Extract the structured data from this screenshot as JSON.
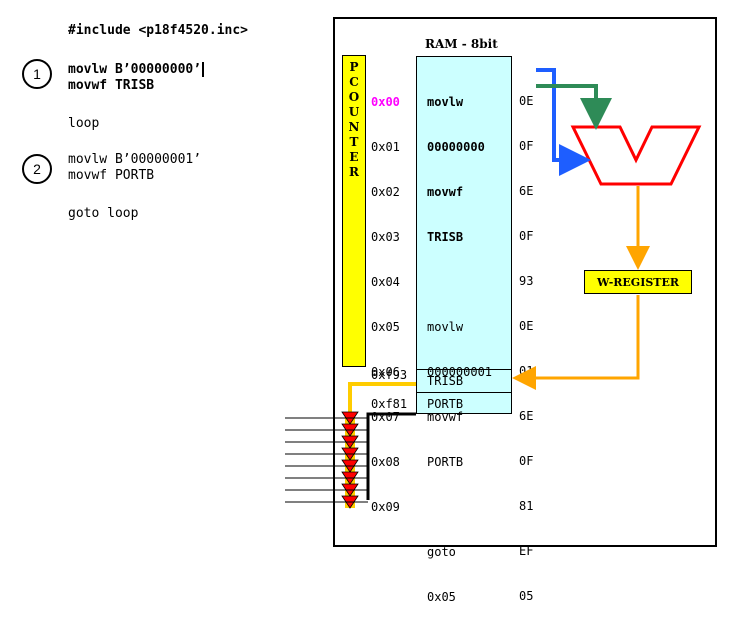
{
  "program": {
    "include_line": "#include <p18f4520.inc>",
    "step1": {
      "number": "1",
      "line1": "movlw B’00000000’",
      "line2": "movwf TRISB"
    },
    "loop_label": "loop",
    "step2": {
      "number": "2",
      "line1": "movlw B’00000001’",
      "line2": "movwf PORTB"
    },
    "goto_line": "goto loop"
  },
  "pc_counter": {
    "letters": [
      "P",
      "C",
      "O",
      "U",
      "N",
      "T",
      "E",
      "R"
    ]
  },
  "ram": {
    "title": "RAM - 8bit",
    "addresses": [
      "0x00",
      "0x01",
      "0x02",
      "0x03",
      "0x04",
      "0x05",
      "0x06",
      "0x07",
      "0x08",
      "0x09"
    ],
    "contents_active": [
      "movlw",
      "00000000",
      "movwf",
      "TRISB"
    ],
    "contents_rest": [
      "movlw",
      "000000001",
      "movwf",
      "PORTB",
      "",
      "goto",
      "0x05"
    ],
    "opcodes": [
      "0E",
      "0F",
      "6E",
      "0F",
      "93",
      "0E",
      "01",
      "6E",
      "0F",
      "81",
      "EF",
      "05"
    ],
    "registers": [
      {
        "address": "0xf93",
        "name": "TRISB"
      },
      {
        "address": "0xf81",
        "name": "PORTB"
      }
    ]
  },
  "w_register": {
    "label": "W-REGISTER"
  },
  "colors": {
    "highlight_address": "#ff00ff",
    "pc_fill": "#ffff00",
    "ram_fill": "#ccffff",
    "alu_outline": "#ff0000",
    "path_blue": "#1e5eff",
    "path_green": "#2e8b57",
    "path_orange": "#ffa500",
    "path_yellow": "#ffcc00",
    "pin_fill": "#ff0000"
  }
}
